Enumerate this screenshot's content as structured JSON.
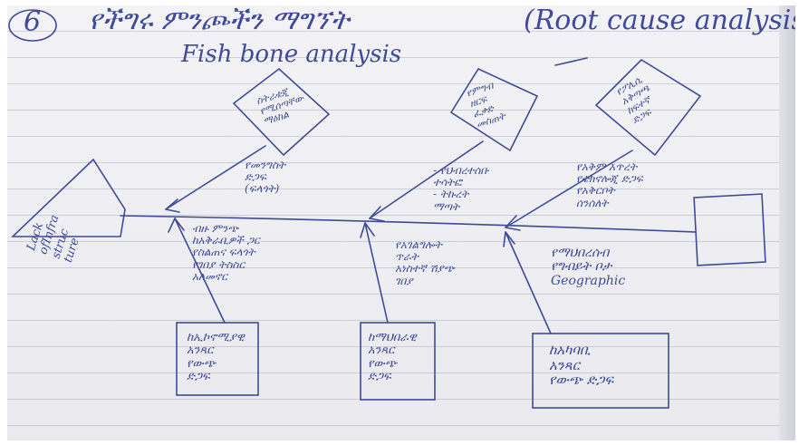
{
  "header": {
    "number": "6",
    "title": "የችግሩ ምንጮችን ማግኘት",
    "title_en": "(Root cause analysis",
    "subtitle": "Fish bone analysis"
  },
  "fish_head": {
    "lines": [
      "Lack",
      "ofInfra",
      "struc",
      "ture"
    ]
  },
  "top_boxes": [
    {
      "lines": [
        "ስትራቴጂ",
        "የሚሰጣቸው",
        "ማዕከል"
      ]
    },
    {
      "lines": [
        "የምግብ",
        "ዘርፍ",
        "ፈቃድ",
        "መስጠት"
      ]
    },
    {
      "lines": [
        "የፖሊሲ",
        "አቅጣጫ",
        "ከፍተኛ",
        "ድጋፍ"
      ]
    }
  ],
  "top_notes": [
    {
      "lines": [
        "የመንግስት",
        "ድጋፍ",
        "(ፍላጎት)"
      ]
    },
    {
      "lines": [
        "- የህብረተሰቡ",
        "ተሳትፎ",
        "- ትኩረት",
        "ማጣት"
      ]
    },
    {
      "lines": [
        "የአቅም እጥረት",
        "የቴክኖሎጂ ድጋፍ",
        "የአቅርቦት",
        "ሰንሰለት"
      ]
    }
  ],
  "bottom_notes": [
    {
      "lines": [
        "ብዙ ምንጭ",
        "ከአቅራቢዎች ጋር",
        "የስልጠና ፍላጎት",
        "የገበያ ትስስር",
        "አለመኖር"
      ]
    },
    {
      "lines": [
        "የአገልግሎት",
        "ጥራት",
        "አነስተኛ ሽያጭ",
        "ገበያ"
      ]
    },
    {
      "lines": [
        "የማህበረሰብ",
        "የግብይት ቦታ",
        "Geographic"
      ]
    }
  ],
  "bottom_boxes": [
    {
      "lines": [
        "ከኢኮኖሚያዊ",
        "አንጻር",
        "የውጭ",
        "ድጋፍ"
      ]
    },
    {
      "lines": [
        "ከማህበራዊ",
        "አንጻር",
        "የውጭ",
        "ድጋፍ"
      ]
    },
    {
      "lines": [
        "ከአካባቢ",
        "አንጻር",
        "የውጭ ድጋፍ"
      ]
    }
  ],
  "colors": {
    "ink": "#3f4a9a",
    "paper": "#f0f0f4",
    "rule": "#8a92b0"
  }
}
